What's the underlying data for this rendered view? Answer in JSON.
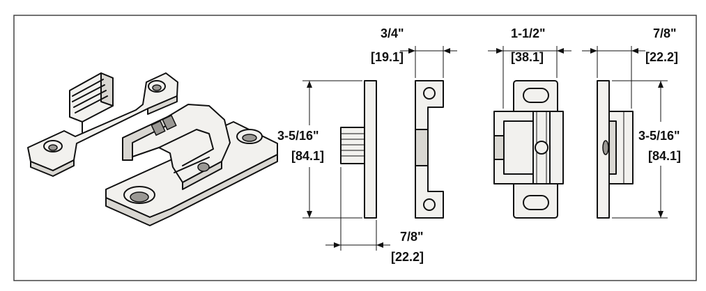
{
  "dimensions": {
    "side_depth": {
      "imperial": "3/4\"",
      "metric": "[19.1]"
    },
    "front_width": {
      "imperial": "1-1/2\"",
      "metric": "[38.1]"
    },
    "right_depth": {
      "imperial": "7/8\"",
      "metric": "[22.2]"
    },
    "left_height": {
      "imperial": "3-5/16\"",
      "metric": "[84.1]"
    },
    "right_height": {
      "imperial": "3-5/16\"",
      "metric": "[84.1]"
    },
    "bottom_depth": {
      "imperial": "7/8\"",
      "metric": "[22.2]"
    }
  },
  "colors": {
    "line": "#111111",
    "part_fill": "#f2f1ee",
    "shade": "#d9d7d2",
    "frame": "#444444"
  }
}
